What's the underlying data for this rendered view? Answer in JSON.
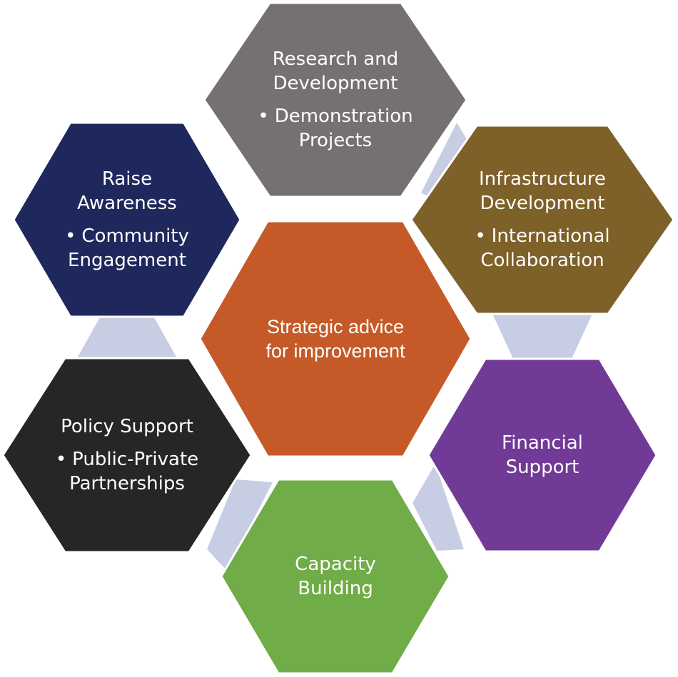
{
  "colors": {
    "connector": "#c7cde3",
    "border": "#ffffff"
  },
  "center": {
    "title": "Strategic advice\nfor improvement",
    "color": "#c55a28"
  },
  "hexagons": [
    {
      "id": "research",
      "title": "Research and\nDevelopment",
      "bullets": [
        "Demonstration\nProjects"
      ],
      "color": "#767171"
    },
    {
      "id": "infrastructure",
      "title": "Infrastructure\nDevelopment",
      "bullets": [
        "International\nCollaboration"
      ],
      "color": "#7e6029"
    },
    {
      "id": "financial",
      "title": "Financial\nSupport",
      "bullets": [],
      "color": "#703a96"
    },
    {
      "id": "capacity",
      "title": "Capacity\nBuilding",
      "bullets": [],
      "color": "#70ac47"
    },
    {
      "id": "policy",
      "title": "Policy Support",
      "bullets": [
        "Public-Private\nPartnerships"
      ],
      "color": "#262626"
    },
    {
      "id": "awareness",
      "title": "Raise\nAwareness",
      "bullets": [
        "Community\nEngagement"
      ],
      "color": "#1f285c"
    }
  ],
  "bullet_glyph": "•"
}
